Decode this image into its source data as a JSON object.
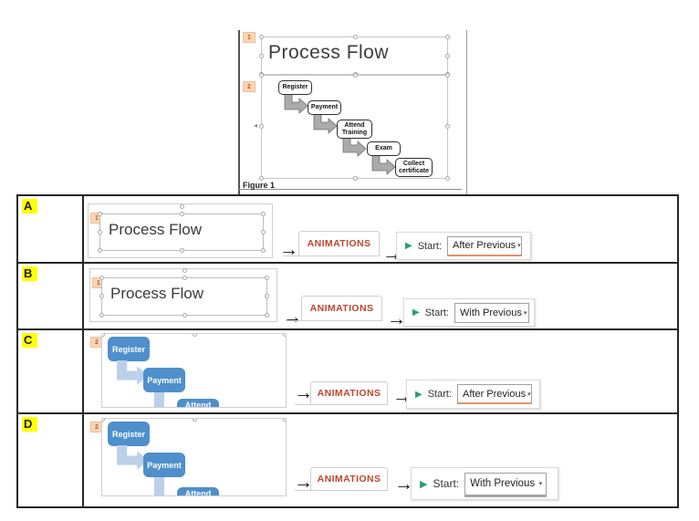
{
  "figure": {
    "badge_title": "1",
    "badge_diagram": "2",
    "title": "Process Flow",
    "caption": "Figure 1",
    "nodes": [
      "Register",
      "Payment",
      "Attend Training",
      "Exam",
      "Collect certificate"
    ]
  },
  "icons": {
    "arrow": "→",
    "play": "▶",
    "caret": "▾",
    "pane_toggle": "◂"
  },
  "rows": [
    {
      "letter": "A",
      "badge": "1",
      "thumbnail": "title-slide",
      "thumbnail_title": "Process Flow",
      "ribbon_tab": "ANIMATIONS",
      "start_label": "Start:",
      "start_value": "After Previous"
    },
    {
      "letter": "B",
      "badge": "1",
      "thumbnail": "title-slide",
      "thumbnail_title": "Process Flow",
      "ribbon_tab": "ANIMATIONS",
      "start_label": "Start:",
      "start_value": "With Previous"
    },
    {
      "letter": "C",
      "badge": "2",
      "thumbnail": "smartart",
      "nodes": [
        "Register",
        "Payment",
        "Attend"
      ],
      "ribbon_tab": "ANIMATIONS",
      "start_label": "Start:",
      "start_value": "After Previous"
    },
    {
      "letter": "D",
      "badge": "2",
      "thumbnail": "smartart",
      "nodes": [
        "Register",
        "Payment",
        "Attend"
      ],
      "ribbon_tab": "ANIMATIONS",
      "start_label": "Start:",
      "start_value": "With Previous"
    }
  ],
  "colors": {
    "highlight": "#ffff00",
    "ribbon_tab_text": "#c0452e",
    "smartart_node_blue": "#4e8fcc",
    "smartart_arrow_blue": "#bcd0ea",
    "badge_bg": "#fbd5b5",
    "badge_text": "#b85c2c",
    "play_green": "#2e9b77",
    "accent_underline": "#dd9469",
    "table_border": "#262626"
  }
}
